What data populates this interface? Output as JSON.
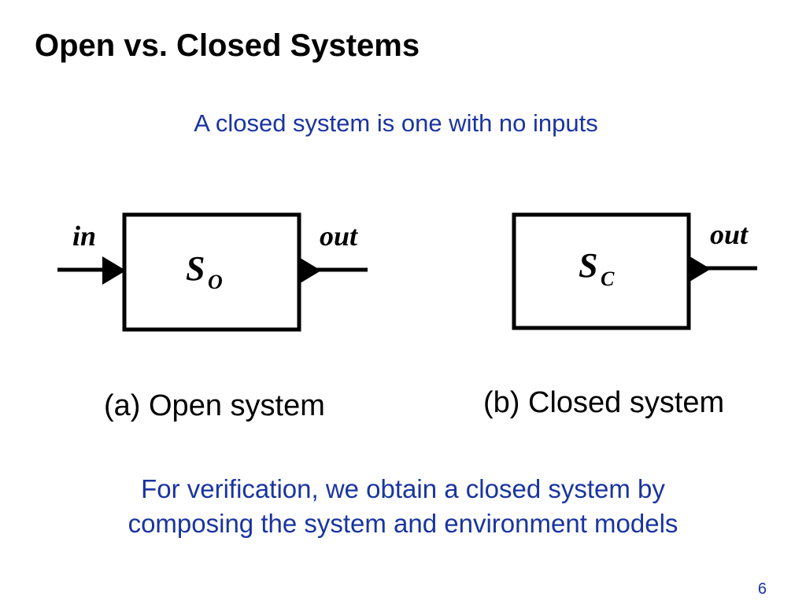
{
  "slide": {
    "title": "Open vs. Closed Systems",
    "subtitle": "A closed system is one with no inputs",
    "footer_line1": "For verification, we obtain a closed system by",
    "footer_line2": "composing the system and environment models",
    "page_number": "6"
  },
  "diagrams": {
    "open": {
      "input_label": "in",
      "output_label": "out",
      "system_symbol": "S",
      "system_subscript": "O",
      "caption": "(a) Open system"
    },
    "closed": {
      "output_label": "out",
      "system_symbol": "S",
      "system_subscript": "C",
      "caption": "(b) Closed system"
    }
  },
  "colors": {
    "title": "#000000",
    "accent_text": "#1a34a0",
    "diagram_stroke": "#000000"
  }
}
